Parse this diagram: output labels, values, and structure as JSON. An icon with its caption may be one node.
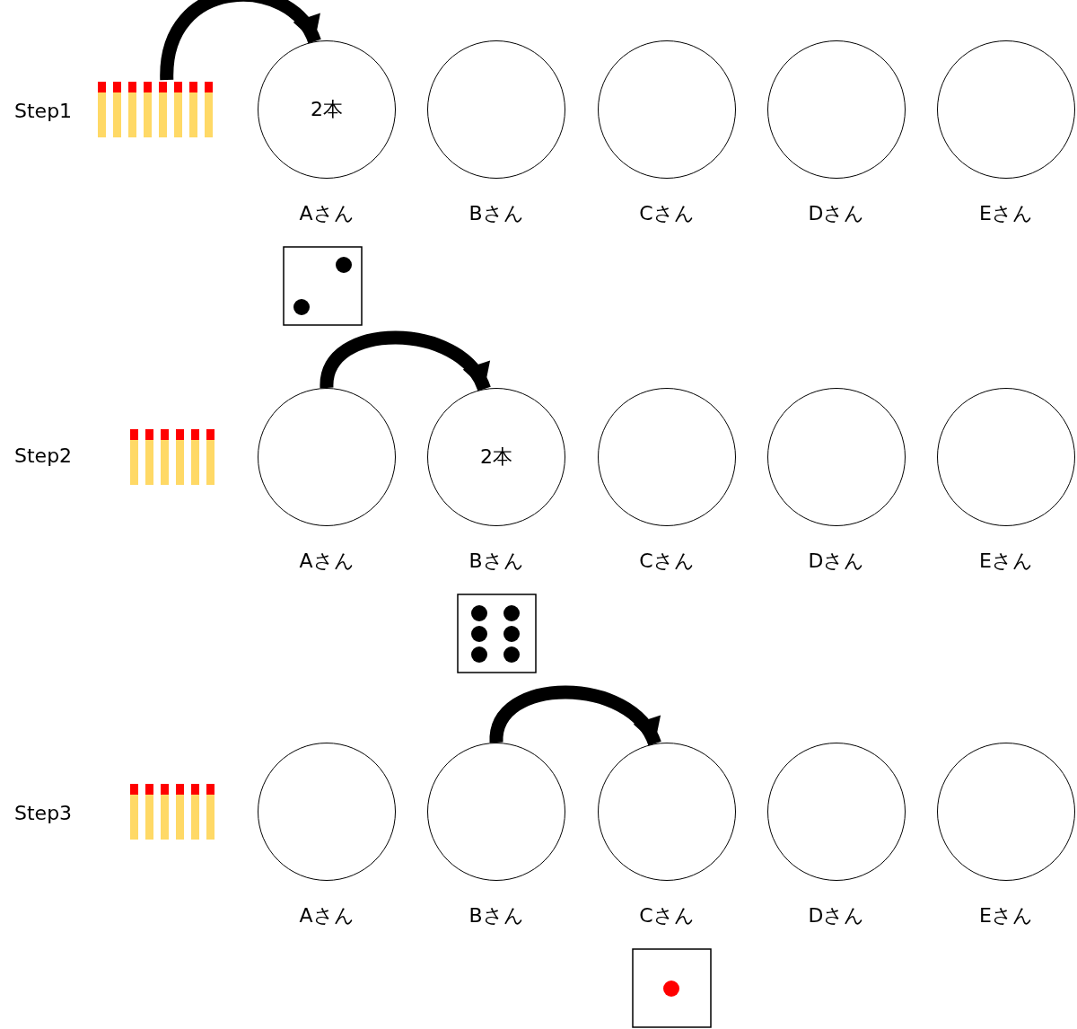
{
  "diagram": {
    "nodes": [
      {
        "text": [],
        "shape": "picture"
      },
      {
        "text": [
          "2本"
        ],
        "beside": [
          "Aさん"
        ]
      },
      {
        "text": [],
        "shape": "circle",
        "beside": [
          "Bさん"
        ]
      },
      {
        "text": [],
        "shape": "circle",
        "beside": [
          "Cさん"
        ]
      },
      {
        "text": [],
        "shape": "circle",
        "beside": [
          "Dさん"
        ]
      },
      {
        "text": [],
        "shape": "circle",
        "beside": [
          "Eさん"
        ]
      },
      {
        "text": [],
        "shape": "circle",
        "beside": [
          "Aさん"
        ]
      },
      {
        "text": [
          "2本"
        ],
        "beside": [
          "Bさん"
        ]
      },
      {
        "text": [],
        "shape": "circle",
        "beside": [
          "Cさん"
        ]
      },
      {
        "text": [],
        "shape": "circle",
        "beside": [
          "Dさん"
        ]
      },
      {
        "text": [],
        "shape": "circle",
        "beside": [
          "Eさん"
        ]
      },
      {
        "text": [],
        "shape": "circle",
        "beside": [
          "Aさん"
        ]
      },
      {
        "text": [],
        "shape": "circle",
        "beside": [
          "Bさん"
        ]
      },
      {
        "text": [],
        "shape": "circle",
        "beside": [
          "Cさん"
        ]
      },
      {
        "text": [],
        "shape": "circle",
        "beside": [
          "Dさん"
        ]
      },
      {
        "text": [],
        "shape": "circle",
        "beside": [
          "Eさん"
        ]
      }
    ],
    "edges": [
      {
        "from": 0,
        "to": 1,
        "arrow": "to"
      },
      {
        "from": 6,
        "to": 7,
        "arrow": "to"
      },
      {
        "from": 12,
        "to": 13,
        "arrow": "to"
      }
    ],
    "labels": [
      "Step1",
      "Step2",
      "Step3"
    ]
  }
}
